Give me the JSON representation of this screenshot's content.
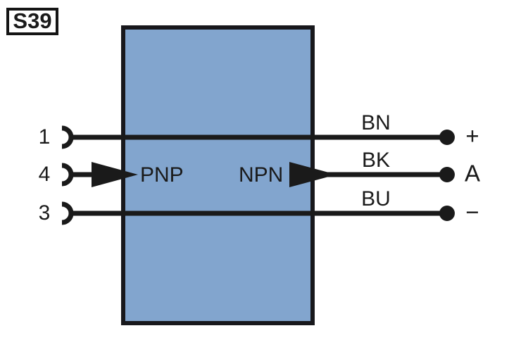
{
  "diagram": {
    "tag": "S39",
    "colors": {
      "body_fill": "#82a5ce",
      "stroke": "#1a1a1a",
      "background": "#ffffff"
    },
    "modes": {
      "left": "PNP",
      "right": "NPN"
    },
    "terminals": [
      {
        "number": "1",
        "wire_code": "BN",
        "polarity": "+"
      },
      {
        "number": "4",
        "wire_code": "BK",
        "polarity": "A"
      },
      {
        "number": "3",
        "wire_code": "BU",
        "polarity": "−"
      }
    ]
  }
}
